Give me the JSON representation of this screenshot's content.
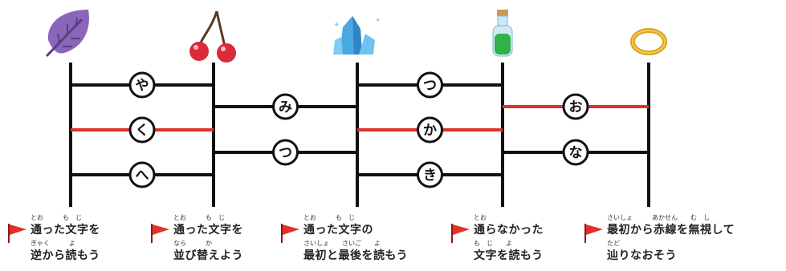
{
  "colors": {
    "line": "#111111",
    "red": "#e0302a",
    "flag": "#e0302a"
  },
  "columns": [
    {
      "icon": "leaf-icon"
    },
    {
      "icon": "cherry-icon"
    },
    {
      "icon": "crystal-icon"
    },
    {
      "icon": "potion-icon"
    },
    {
      "icon": "ring-icon"
    }
  ],
  "rungs": [
    {
      "gap": 0,
      "level": 1,
      "char": "や",
      "red": false
    },
    {
      "gap": 0,
      "level": 3,
      "char": "く",
      "red": true
    },
    {
      "gap": 0,
      "level": 5,
      "char": "へ",
      "red": false
    },
    {
      "gap": 1,
      "level": 2,
      "char": "み",
      "red": false
    },
    {
      "gap": 1,
      "level": 4,
      "char": "つ",
      "red": false
    },
    {
      "gap": 2,
      "level": 1,
      "char": "つ",
      "red": false
    },
    {
      "gap": 2,
      "level": 3,
      "char": "か",
      "red": true
    },
    {
      "gap": 2,
      "level": 5,
      "char": "き",
      "red": false
    },
    {
      "gap": 3,
      "level": 2,
      "char": "お",
      "red": true
    },
    {
      "gap": 3,
      "level": 4,
      "char": "な",
      "red": false
    }
  ],
  "instructions": [
    {
      "ruby1": "とお　　　も　じ",
      "line1": "通った文字を",
      "ruby2": "ぎゃく　　　よ",
      "line2": "逆から読もう"
    },
    {
      "ruby1": "とお　　　も　じ",
      "line1": "通った文字を",
      "ruby2": "なら　　　か",
      "line2": "並び替えよう"
    },
    {
      "ruby1": "とお　　　も　じ",
      "line1": "通った文字の",
      "ruby2": "さいしょ　　さいご　　よ",
      "line2": "最初と最後を読もう"
    },
    {
      "ruby1": "とお",
      "line1": "通らなかった",
      "ruby2": "も　じ　　よ",
      "line2": "文字を読もう"
    },
    {
      "ruby1": "さいしょ　　　あかせん　　む　し",
      "line1": "最初から赤線を無視して",
      "ruby2": "たど",
      "line2": "辿りなおそう"
    }
  ]
}
